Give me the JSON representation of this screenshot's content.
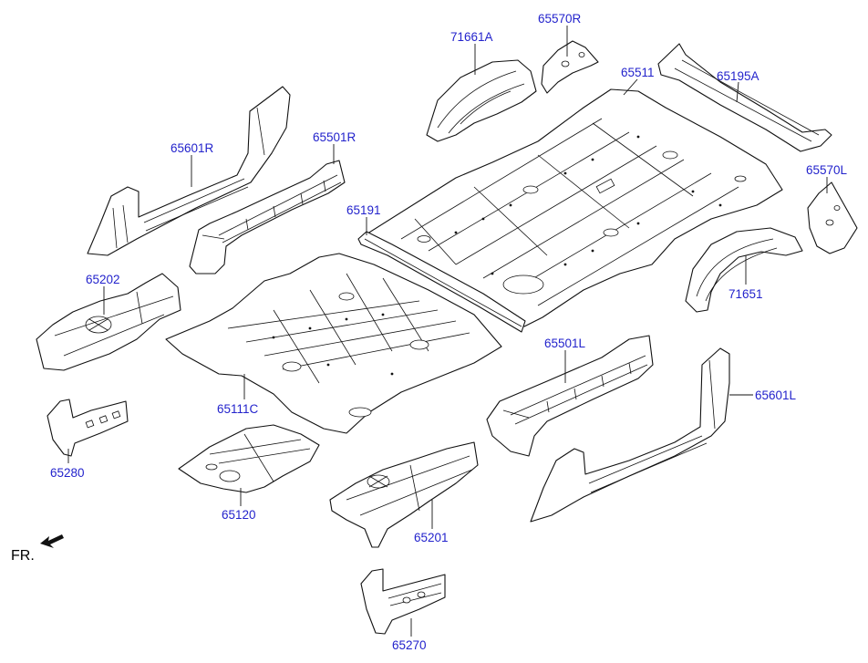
{
  "colors": {
    "callout": "#2323cc",
    "line": "#111111",
    "background": "#ffffff"
  },
  "labels": {
    "p71661A": "71661A",
    "p65570R": "65570R",
    "p65511": "65511",
    "p65195A": "65195A",
    "p65601R": "65601R",
    "p65501R": "65501R",
    "p65191": "65191",
    "p65570L": "65570L",
    "p71651": "71651",
    "p65202": "65202",
    "p65111C": "65111C",
    "p65501L": "65501L",
    "p65601L": "65601L",
    "p65280": "65280",
    "p65120": "65120",
    "p65201": "65201",
    "p65270": "65270"
  },
  "direction": {
    "text": "FR.",
    "icon": "front-arrow-icon"
  }
}
